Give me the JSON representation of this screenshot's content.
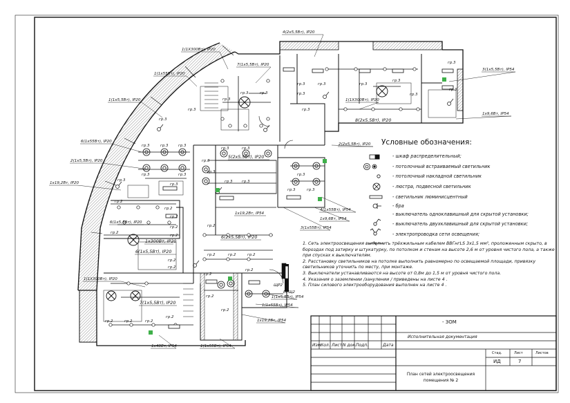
{
  "sheet_code": "- ЗОМ",
  "title_block": {
    "doc_kind": "Исполнительная документация",
    "col_izm": "Изм.",
    "col_kol": "Кол.",
    "col_list": "Лист",
    "col_ndoc": "N док.",
    "col_podp": "Подп.",
    "col_date": "Дата",
    "stage_h": "Стад.",
    "sheet_h": "Лист",
    "sheets_h": "Листов",
    "stage": "ИД",
    "sheet": "7",
    "drawing_title": "План сетей электроосвещения помещения № 2"
  },
  "legend": {
    "title": "Условные обозначения:",
    "items": [
      "- шкаф распределительный;",
      "- потолочный встраиваемый светильник",
      "- потолочный накладной светильник",
      "- люстра, подвесной светильник",
      "- светильник люминисцентный",
      "- бра",
      "- выключатель одноклавишный для скрытой установки;",
      "- выключатель двухклавишный для скрытой установки;",
      "- электропроводка сети освещения;"
    ]
  },
  "notes": [
    "1. Сеть электроосвещения выполнить трёхжильным кабелем ВВГнгLS 3х1,5 мм², проложенным скрыто, в бороздах под затирку и штукатурку, по потолком и стенам на высоте 2,6 м от уровня чистого пола, а также при спусках к выключателям.",
    "2. Расстановку светильников на потолке выполнить равномерно по освещаемой площади, привязку светильников уточнить по месту, при монтаже.",
    "3. Выключатели устанавливаются на высоте от 0,8м до 1,5 м от уровня чистого пола.",
    "4. Указания о заземлении /занулении / приведены на листе 4 .",
    "5. План силового электрооборудования выполнен на листе 4 ."
  ],
  "plan_labels": {
    "l01": "4(2х5,5Вт), IP20",
    "l02": "1(1Х300Вт), IP20",
    "l03": "7(1х5,5Вт), IP20",
    "l04": "1(1х55Вт), IP20",
    "l05": "3(1х5,5Вт), IP54",
    "l06": "1(1х5,5Вт), IP20",
    "l07": "1(1Х300Вт), IP20",
    "l08": "1х9,6Вт, IP54",
    "l09": "8(2х5,5Вт), IP20",
    "l10": "6(1х55Вт), IP20",
    "l11": "2(2х5,5Вт), IP20",
    "l12": "2(1х5,5Вт), IP20",
    "l13": "5(2х5,5Вт), IP20",
    "l14": "1х19,2Вт, IP20",
    "l15": "4(1х55Вт), IP54",
    "l16": "1х9,6Вт, IP54",
    "l17": "1х19,2Вт, IP54",
    "l18": "3(1х55Вт), IP54",
    "l19": "6(1х5,5Вт), IP20",
    "l20": "6(2х5,5Вт), IP20",
    "l21": "1х300Вт, IP20",
    "l22": "6(1х5,5Вт), IP20",
    "l23": "1(1Х300Вт), IP20",
    "l24": "7(1х5,5Вт), IP20",
    "l25": "1(1х5,5Вт), IP54",
    "l26": "1(1х55Вт), IP54",
    "l27": "1х19,2Вт, IP54",
    "l28": "1х48Вт, IP54",
    "l29": "1(1х55Вт), IP54",
    "l30": "ЩР2",
    "l31": "ВРЩ2"
  },
  "group_tags": {
    "g1": "гр.3",
    "g2": "гр.3",
    "g3": "гр.3",
    "g4": "гр.3",
    "g5": "гр.3",
    "g6": "гр.3",
    "g7": "гр.3",
    "g8": "гр.3",
    "g9": "гр.3",
    "g10": "гр.3",
    "g11": "гр.3",
    "g12": "гр.3",
    "g13": "гр.3",
    "g14": "гр.3",
    "g15": "гр.3",
    "g16": "гр.3",
    "g17": "гр.3",
    "g18": "гр.3",
    "g19": "гр.3",
    "g20": "гр.3",
    "g21": "гр.3",
    "g22": "гр.3",
    "g23": "гр.3",
    "g24": "гр.3",
    "g25": "гр.3",
    "g26": "гр.3",
    "g27": "гр.3",
    "g28": "гр.3",
    "g29": "гр.3",
    "g30": "гр.3",
    "h1": "гр.2",
    "h2": "гр.2",
    "h3": "гр.2",
    "h4": "гр.2",
    "h5": "гр.2",
    "h6": "гр.2",
    "h7": "гр.2",
    "h8": "гр.2",
    "h9": "гр.2",
    "h10": "гр.2",
    "h11": "гр.2",
    "h12": "гр.2",
    "h13": "гр.2",
    "h14": "гр.2",
    "h15": "гр.2",
    "h16": "гр.2",
    "h17": "гр.2",
    "h18": "гр.2",
    "h19": "гр.2",
    "h20": "гр.2"
  },
  "colors": {
    "ink": "#111111",
    "switch_green": "#3fb04a",
    "hatch": "#888888"
  }
}
